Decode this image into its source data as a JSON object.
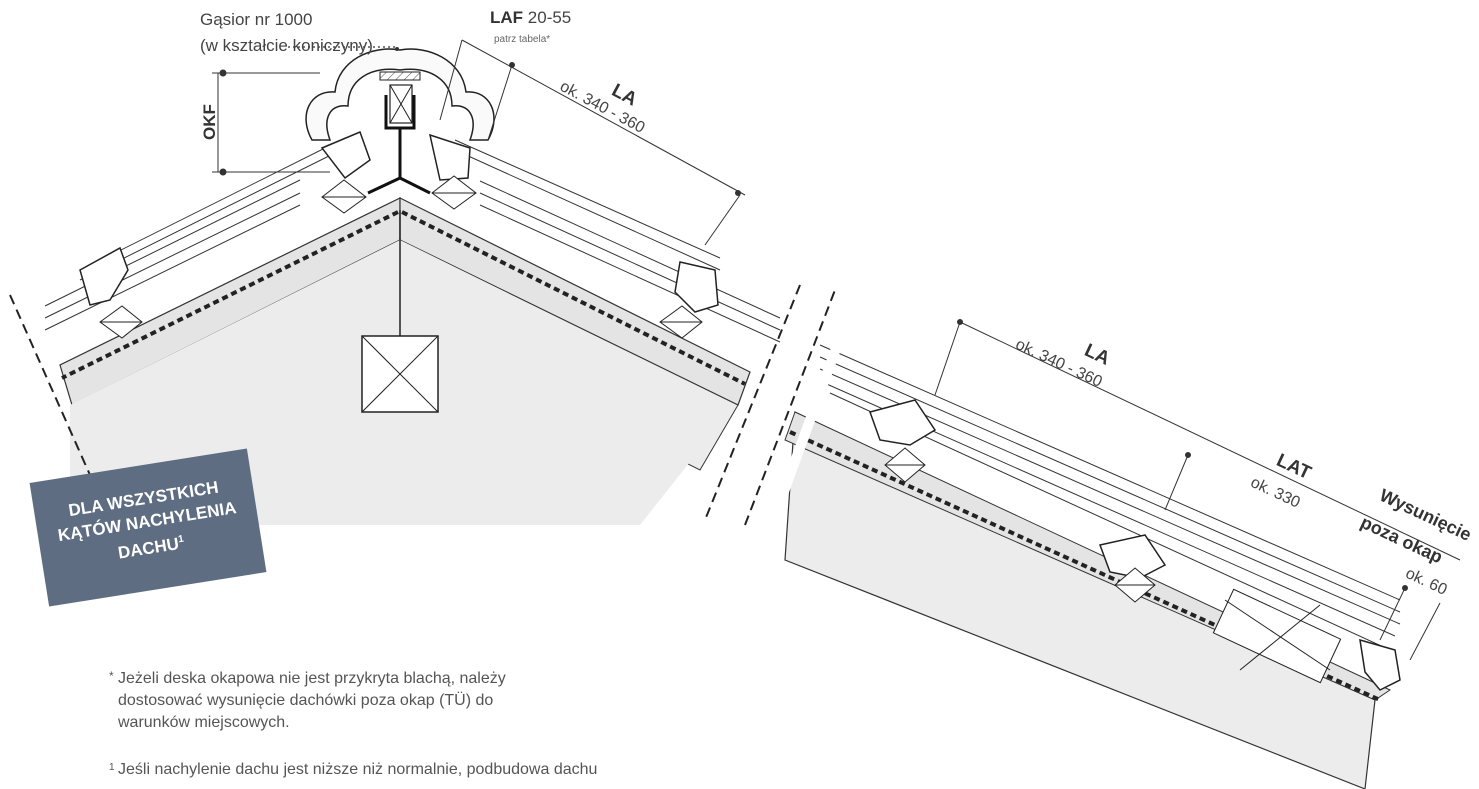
{
  "labels": {
    "ridge_tile_line1": "Gąsior nr 1000",
    "ridge_tile_line2": "(w kształcie koniczyny)",
    "laf_bold": "LAF",
    "laf_range": "20-55",
    "laf_note": "patrz tabela*",
    "okf": "OKF",
    "la_top": "LA",
    "la_top_range": "ok. 340 - 360",
    "la_right": "LA",
    "la_right_range": "ok. 340 - 360",
    "lat": "LAT",
    "lat_value": "ok. 330",
    "overhang_line1": "Wysunięcie",
    "overhang_line2": "poza okap",
    "overhang_value": "ok. 60"
  },
  "badge": {
    "text": "DLA WSZYSTKICH\nKĄTÓW NACHYLENIA\nDACHU",
    "sup": "1",
    "color": "#5e6d82"
  },
  "notes": {
    "asterisk_mark": "*",
    "asterisk_text": "Jeżeli deska okapowa nie jest przykryta blachą, należy dostosować wysunięcie dachówki poza okap (TÜ) do warunków miejscowych.",
    "footnote_mark": "1",
    "footnote_text": "Jeśli nachylenie dachu jest niższe niż normalnie, podbudowa dachu"
  }
}
